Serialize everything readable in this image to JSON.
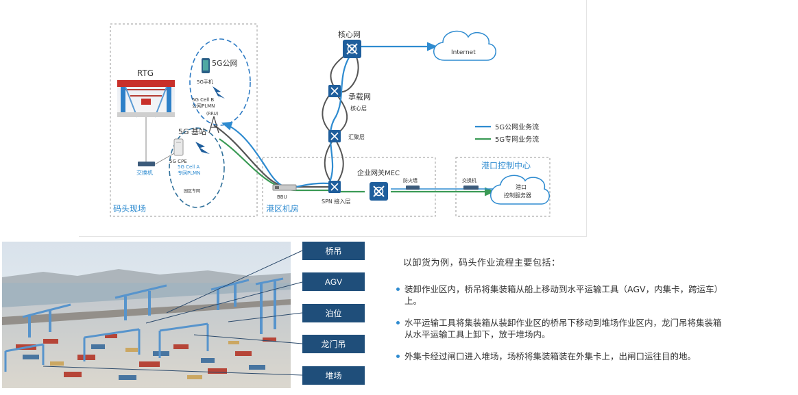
{
  "network": {
    "core_network_label": "核心网",
    "internet_label": "Internet",
    "bearer_network_label": "承载网",
    "core_layer_label": "核心层",
    "aggregation_layer_label": "汇聚层",
    "spn_access_label": "SPN 接入层",
    "public_flow_legend": "5G公网业务流",
    "private_flow_legend": "5G专网业务流",
    "public_flow_color": "#2e8bd0",
    "private_flow_color": "#3a9a55",
    "rtg_label": "RTG",
    "public_cell_title": "5G公网",
    "phone_label": "5G手机",
    "cell_b_line1": "5G Cell B",
    "cell_b_line2": "公网PLMN",
    "base_station_title": "5G 基站",
    "bbu_small_label": "(RRU)",
    "cpe_label": "5G CPE",
    "cell_a_line1": "5G Cell A",
    "cell_a_line2": "专网PLMN",
    "park_private_label": "园区专网",
    "switch_label": "交换机",
    "dock_site_label": "码头现场",
    "bbu_label": "BBU",
    "machine_room_label": "港区机房",
    "mec_label": "企业网关MEC",
    "firewall_label": "防火墙",
    "control_center_label": "港口控制中心",
    "control_switch_label": "交换机",
    "control_cloud_line1": "港口",
    "control_cloud_line2": "控制服务器"
  },
  "photo_callouts": [
    "桥吊",
    "AGV",
    "泊位",
    "龙门吊",
    "堆场"
  ],
  "workflow": {
    "intro": "以卸货为例，码头作业流程主要包括：",
    "steps": [
      {
        "line1": "装卸作业区内，桥吊将集装箱从船上移动到水平运输工具（AGV，内集卡，跨运车）",
        "line2": "上。"
      },
      {
        "line1": "水平运输工具将集装箱从装卸作业区的桥吊下移动到堆场作业区内，龙门吊将集装箱",
        "line2": "从水平运输工具上卸下，放于堆场内。"
      },
      {
        "line1": "外集卡经过闸口进入堆场，场桥将集装箱装在外集卡上，出闸口运往目的地。",
        "line2": ""
      }
    ]
  }
}
